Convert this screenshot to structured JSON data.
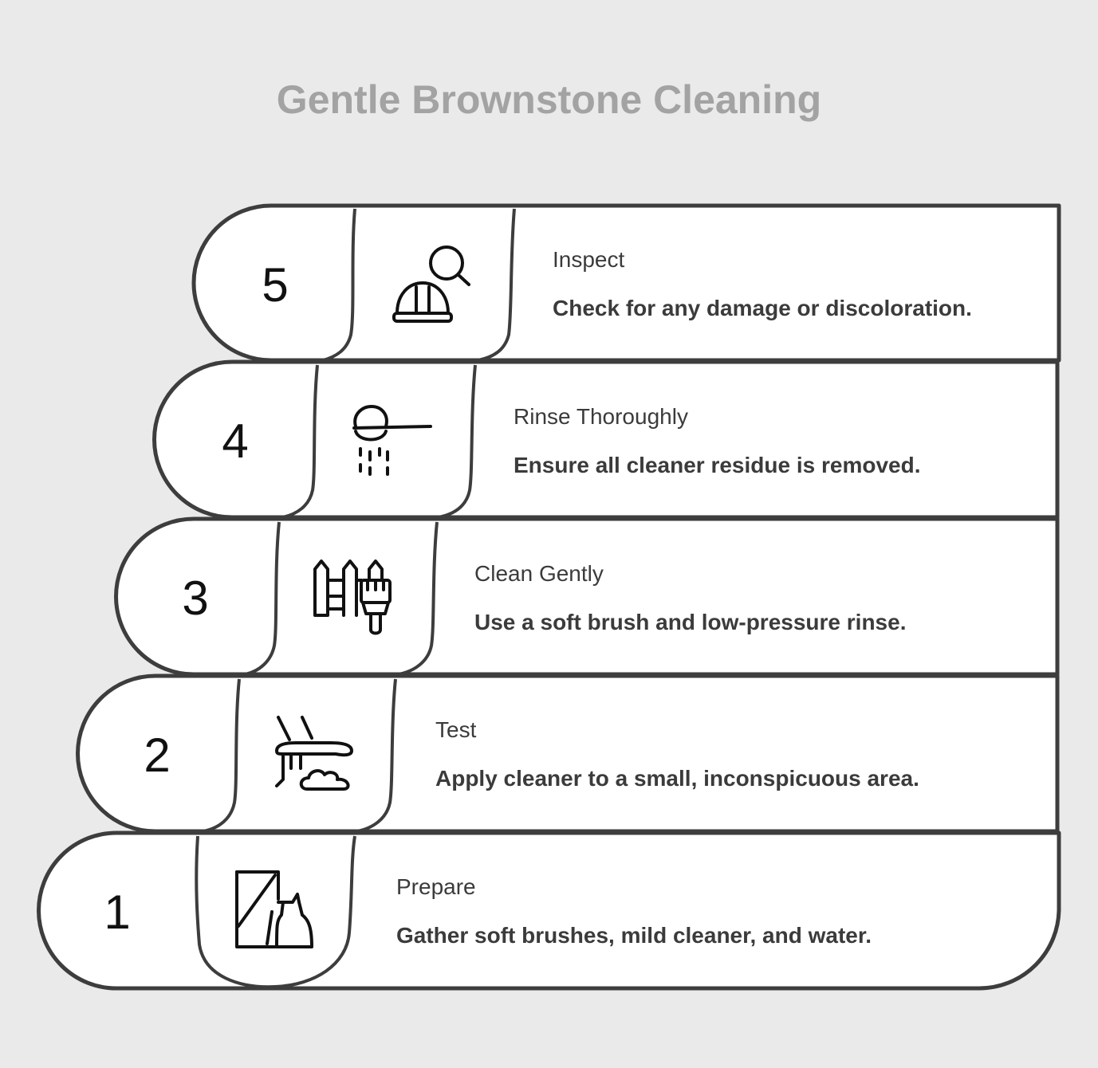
{
  "title": "Gentle Brownstone Cleaning",
  "steps": [
    {
      "number": "1",
      "title": "Prepare",
      "description": "Gather soft brushes, mild cleaner, and water.",
      "icon": "wall-and-spray-bottle-icon"
    },
    {
      "number": "2",
      "title": "Test",
      "description": "Apply cleaner to a small, inconspicuous area.",
      "icon": "hand-wiping-surface-icon"
    },
    {
      "number": "3",
      "title": "Clean Gently",
      "description": "Use a soft brush and low-pressure rinse.",
      "icon": "fence-and-paintbrush-icon"
    },
    {
      "number": "4",
      "title": "Rinse Thoroughly",
      "description": "Ensure all cleaner residue is removed.",
      "icon": "shower-head-icon"
    },
    {
      "number": "5",
      "title": "Inspect",
      "description": "Check for any damage or discoloration.",
      "icon": "hard-hat-magnifier-icon"
    }
  ],
  "colors": {
    "background": "#e9eae9",
    "title": "#a3a3a3",
    "outline": "#3d3d3d",
    "text": "#3b3b3b",
    "fill": "#ffffff"
  }
}
